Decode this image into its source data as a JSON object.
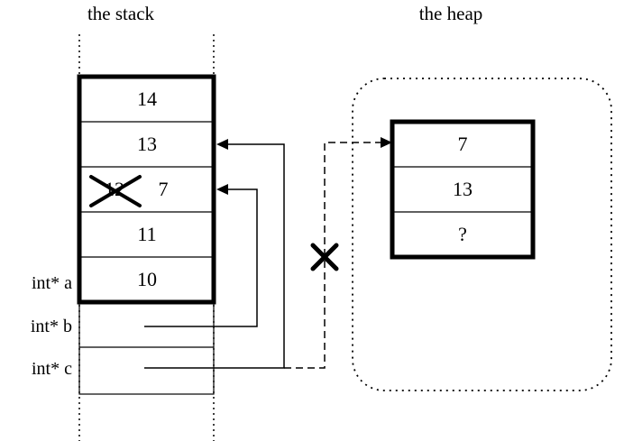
{
  "titles": {
    "stack": "the stack",
    "heap": "the heap"
  },
  "stack": {
    "cells": [
      {
        "value": "14"
      },
      {
        "value": "13"
      },
      {
        "old_value": "12",
        "value": "7",
        "crossed_out": true
      },
      {
        "value": "11"
      },
      {
        "value": "10"
      }
    ]
  },
  "pointer_labels": {
    "a": "int* a",
    "b": "int* b",
    "c": "int* c"
  },
  "heap": {
    "cells": [
      {
        "value": "7"
      },
      {
        "value": "13"
      },
      {
        "value": "?"
      }
    ]
  },
  "colors": {
    "ink": "#000000",
    "background": "#ffffff"
  }
}
